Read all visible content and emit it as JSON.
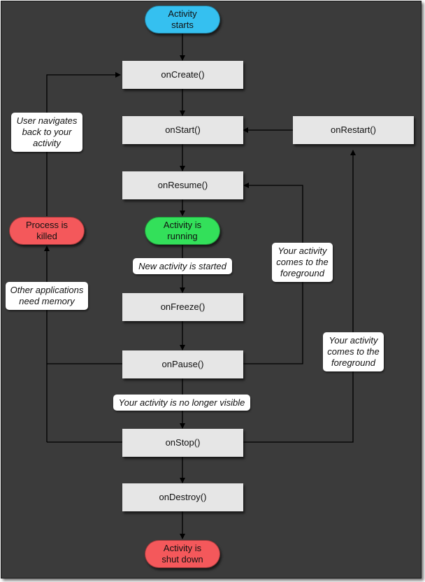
{
  "colors": {
    "start": "#35c0f0",
    "running": "#33e05a",
    "end": "#f4585b",
    "method": "#e6e6e6",
    "line": "#000000"
  },
  "nodes": {
    "activity_starts": "Activity\nstarts",
    "on_create": "onCreate()",
    "on_start": "onStart()",
    "on_restart": "onRestart()",
    "on_resume": "onResume()",
    "activity_running": "Activity is\nrunning",
    "process_killed": "Process is\nkilled",
    "on_freeze": "onFreeze()",
    "on_pause": "onPause()",
    "on_stop": "onStop()",
    "on_destroy": "onDestroy()",
    "activity_shut_down": "Activity is\nshut down"
  },
  "notes": {
    "user_navigates_back": "User navigates\nback to your\nactivity",
    "new_activity_started": "New activity is started",
    "other_apps_need_memory": "Other applications\nneed memory",
    "foreground_from_pause": "Your activity\ncomes to the\nforeground",
    "no_longer_visible": "Your activity is no longer visible",
    "foreground_from_stop": "Your activity\ncomes to the\nforeground"
  }
}
